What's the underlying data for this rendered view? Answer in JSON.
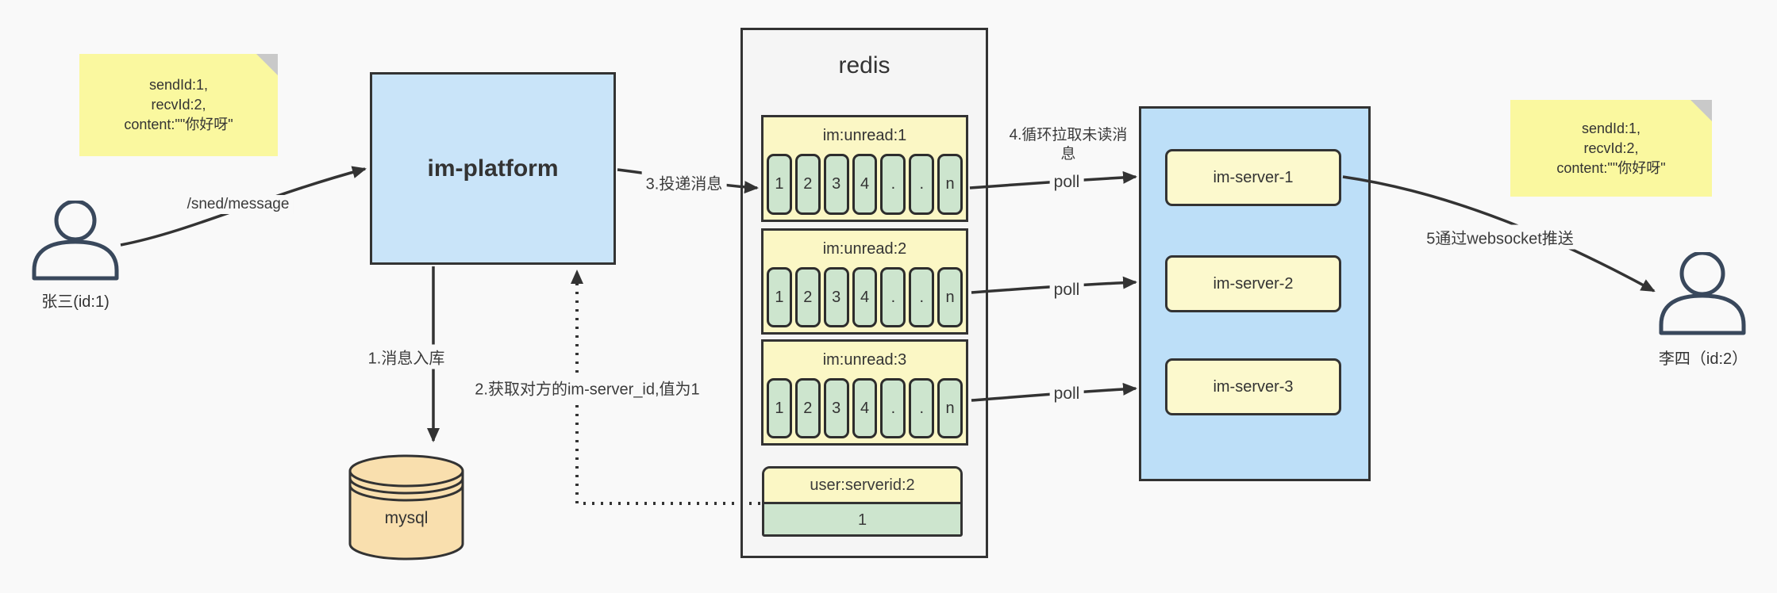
{
  "colors": {
    "background": "#F9F9F9",
    "note_yellow": "#FAF89F",
    "platform_blue": "#C9E4F9",
    "servers_blue": "#BDDFF8",
    "queue_yellow": "#FBF7C5",
    "cell_green": "#CDE5CE",
    "server_box_yellow": "#FCF9CD",
    "mysql_orange": "#F9DFAE",
    "line": "#333333"
  },
  "notes": {
    "left": {
      "text": "sendId:1,\nrecvId:2,\ncontent:\"\"你好呀\""
    },
    "right": {
      "text": "sendId:1,\nrecvId:2,\ncontent:\"\"你好呀\""
    }
  },
  "actors": {
    "sender": {
      "label": "张三(id:1)"
    },
    "receiver": {
      "label": "李四（id:2）"
    }
  },
  "platform": {
    "label": "im-platform"
  },
  "mysql": {
    "label": "mysql"
  },
  "redis": {
    "title": "redis",
    "queues": [
      {
        "title": "im:unread:1",
        "cells": [
          "1",
          "2",
          "3",
          "4",
          ".",
          ".",
          "n"
        ]
      },
      {
        "title": "im:unread:2",
        "cells": [
          "1",
          "2",
          "3",
          "4",
          ".",
          ".",
          "n"
        ]
      },
      {
        "title": "im:unread:3",
        "cells": [
          "1",
          "2",
          "3",
          "4",
          ".",
          ".",
          "n"
        ]
      }
    ],
    "server_map": {
      "title": "user:serverid:2",
      "value": "1"
    }
  },
  "servers": {
    "items": [
      {
        "label": "im-server-1"
      },
      {
        "label": "im-server-2"
      },
      {
        "label": "im-server-3"
      }
    ]
  },
  "edges": {
    "send_label": "/sned/message",
    "store_label": "1.消息入库",
    "fetch_label": "2.获取对方的im-server_id,值为1",
    "deliver_label": "3.投递消息",
    "poll_note": "4.循环拉取未读消息",
    "poll_label": "poll",
    "push_label": "5通过websocket推送"
  }
}
